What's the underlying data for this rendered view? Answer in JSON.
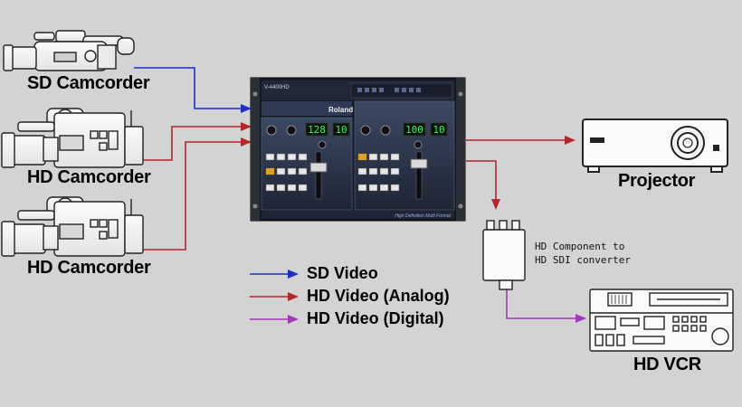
{
  "devices": {
    "sd_camcorder": {
      "label": "SD Camcorder"
    },
    "hd_camcorder_1": {
      "label": "HD Camcorder"
    },
    "hd_camcorder_2": {
      "label": "HD Camcorder"
    },
    "projector": {
      "label": "Projector"
    },
    "hd_vcr": {
      "label": "HD VCR"
    },
    "converter": {
      "line1": "HD Component to",
      "line2": "HD SDI converter"
    },
    "switcher": {
      "model": "V-4400HD",
      "brand": "Roland",
      "display_a": "128",
      "display_b": "10",
      "display_c": "100",
      "display_d": "10",
      "footer": "High Definition Multi Format"
    }
  },
  "legend": [
    {
      "label": "SD Video",
      "color": "#1a2fc8"
    },
    {
      "label": "HD Video (Analog)",
      "color": "#b3262a"
    },
    {
      "label": "HD Video (Digital)",
      "color": "#a33ab5"
    }
  ],
  "colors": {
    "sd": "#1a2fc8",
    "hd_analog": "#b3262a",
    "hd_digital": "#a33ab5",
    "background": "#d3d3d3"
  }
}
